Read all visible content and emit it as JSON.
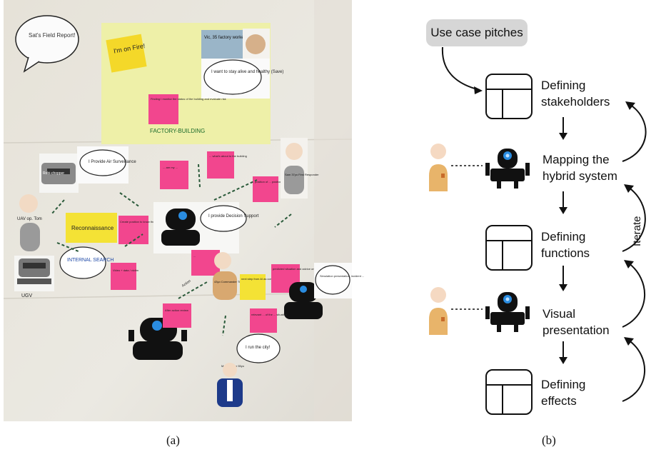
{
  "photo_a": {
    "wall_notes": {
      "corner_bubble": "Sat's Field Report!",
      "fire_note": "I'm on Fire!",
      "worker_card": "Vic, 35 factory worker",
      "worker_bubble": "I want to stay alive and healthy (Save)",
      "building_note": "Finding I monitor the status of the building and evaluate risk",
      "building_label": "FACTORY-BUILDING",
      "air_bubble": "I Provide Air Surveillance",
      "drone_tag": "Robi-chopper",
      "sensor_note": "... what's about to the building",
      "search_note": "... are my ... ",
      "sam_card": "Sam 37yo First Responder",
      "sam_note": "position of ... position of victims",
      "uav_label": "UAV op. Tom",
      "recon_label": "Reconnaissance",
      "recon_note": "Create position to know the victim",
      "decision_bubble": "I provide Decision Support",
      "internal_search": "INTERNAL SEARCH",
      "ugv_label": "UGV",
      "video_note": "Video + data / victim",
      "analysis_note": "...",
      "commander_card": "43yo Commander Tim",
      "ai_note": "next step from AI as commands",
      "predicted_note": "predicted situation and advice on course of action",
      "simulation_bubble": "Simulation presentation, incident ...",
      "action_note": "Action",
      "sequence_note": "After action review",
      "relevant_note": "relevant ... of the ... situation",
      "city_bubble": "I run the city!",
      "mayor_card": "Mr. ... Mayor 55yo"
    }
  },
  "diagram_b": {
    "start": "Use case pitches",
    "steps": [
      {
        "line1": "Defining",
        "line2": "stakeholders"
      },
      {
        "line1": "Mapping the",
        "line2": "hybrid system"
      },
      {
        "line1": "Defining",
        "line2": "functions"
      },
      {
        "line1": "Visual",
        "line2": "presentation"
      },
      {
        "line1": "Defining",
        "line2": "effects"
      }
    ],
    "loop_label": "Iterate"
  },
  "captions": {
    "a": "(a)",
    "b": "(b)"
  },
  "colors": {
    "paper": "#e9e7df",
    "sticky_pink": "#f2468e",
    "sticky_yellow": "#f4e235",
    "yellow_sheet": "#eef0a8",
    "robot_black": "#111111",
    "robot_eye": "#2a8ce0",
    "human_skin": "#f5d9c2",
    "human_body": "#e8b46a",
    "pill_gray": "#d6d6d6"
  }
}
